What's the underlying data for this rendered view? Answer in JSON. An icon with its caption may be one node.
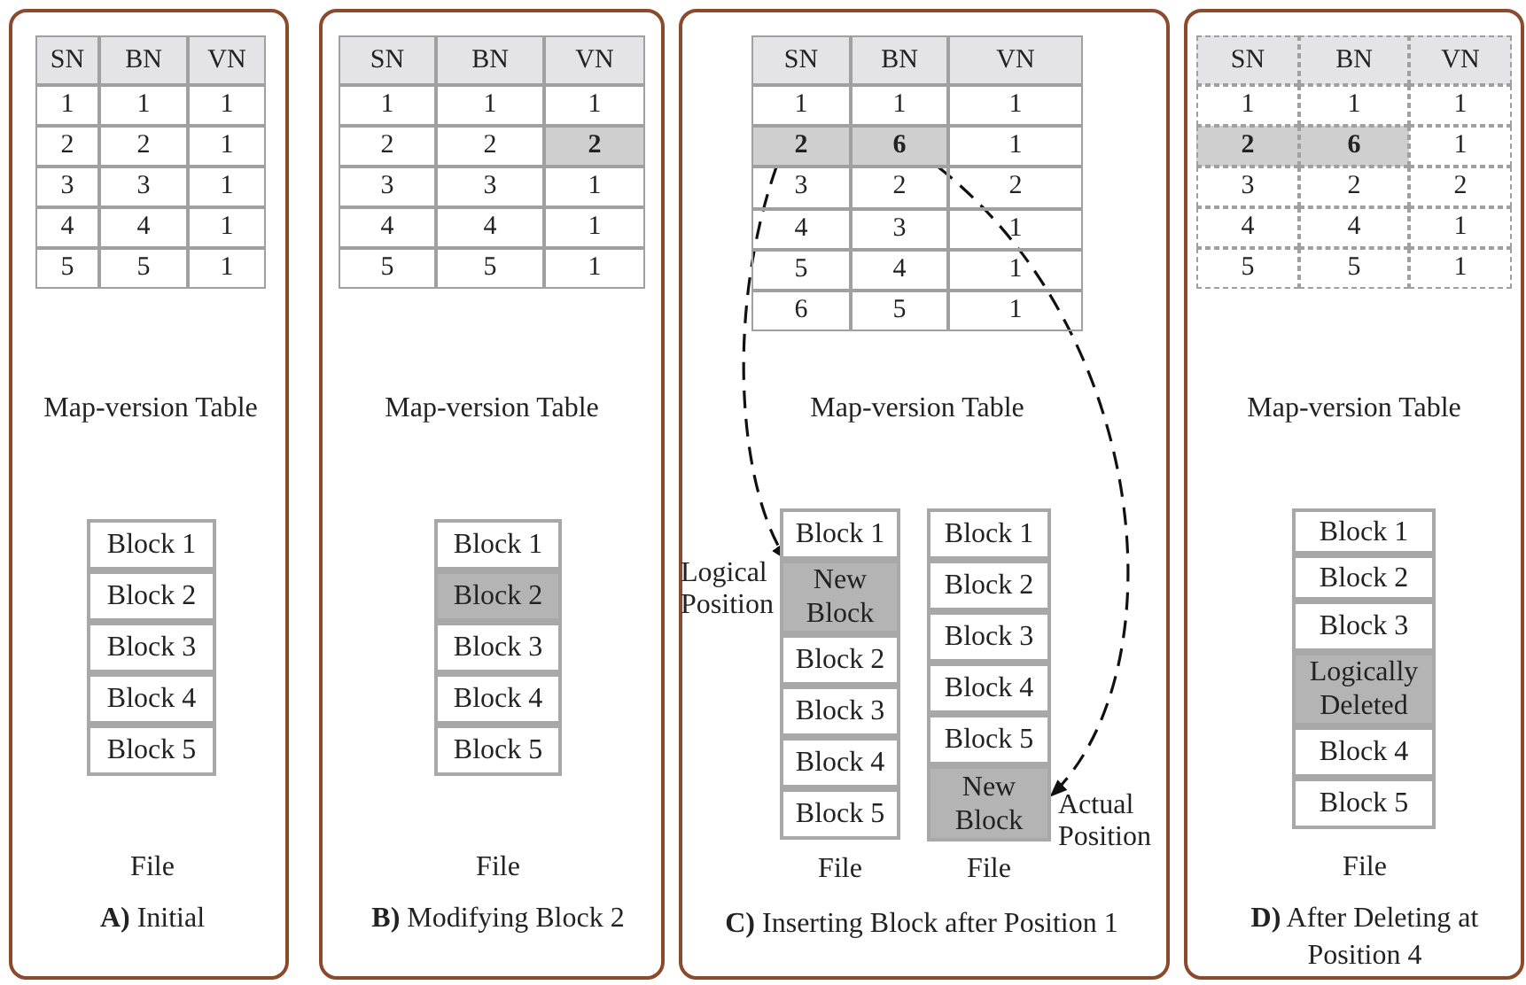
{
  "diagram": {
    "nodes": [
      {
        "text": [
          "**A)** Initial"
        ]
      },
      {
        "text": [
          "Block 1"
        ],
        "in": 0
      },
      {
        "text": [
          "Block 2"
        ],
        "in": 0
      },
      {
        "text": [
          "Block 3"
        ],
        "in": 0
      },
      {
        "text": [
          "Block 4"
        ],
        "in": 0
      },
      {
        "text": [
          "Block 5"
        ],
        "in": 0
      },
      {
        "text": [
          "**B)** Modifying Block 2"
        ]
      },
      {
        "text": [
          "Block 1"
        ],
        "in": 6
      },
      {
        "text": [
          "Block 2"
        ],
        "in": 6
      },
      {
        "text": [
          "Block 3"
        ],
        "in": 6
      },
      {
        "text": [
          "Block 4"
        ],
        "in": 6
      },
      {
        "text": [
          "Block 5"
        ],
        "in": 6
      },
      {
        "text": [
          "**C)** Inserting Block after Position 1"
        ]
      },
      {
        "text": [
          "2"
        ],
        "in": 12
      },
      {
        "text": [
          "6"
        ],
        "in": 12
      },
      {
        "text": [
          "Block 1"
        ],
        "in": 12
      },
      {
        "text": [
          "New Block"
        ],
        "in": 12,
        "beside": [
          "Logical Position"
        ]
      },
      {
        "text": [
          "Block 2"
        ],
        "in": 12
      },
      {
        "text": [
          "Block 3"
        ],
        "in": 12
      },
      {
        "text": [
          "Block 4"
        ],
        "in": 12
      },
      {
        "text": [
          "Block 5"
        ],
        "in": 12
      },
      {
        "text": [
          "Block 1"
        ],
        "in": 12
      },
      {
        "text": [
          "Block 2"
        ],
        "in": 12
      },
      {
        "text": [
          "Block 3"
        ],
        "in": 12
      },
      {
        "text": [
          "Block 4"
        ],
        "in": 12
      },
      {
        "text": [
          "Block 5"
        ],
        "in": 12
      },
      {
        "text": [
          "New Block"
        ],
        "in": 12,
        "beside": [
          "Actual Position"
        ]
      },
      {
        "text": [
          "**D)** After Deleting at Position 4"
        ]
      },
      {
        "text": [
          "Block 1"
        ],
        "in": 27
      },
      {
        "text": [
          "Block 2"
        ],
        "in": 27
      },
      {
        "text": [
          "Block 3"
        ],
        "in": 27
      },
      {
        "text": [
          "Logically Deleted"
        ],
        "in": 27
      },
      {
        "text": [
          "Block 4"
        ],
        "in": 27
      },
      {
        "text": [
          "Block 5"
        ],
        "in": 27
      }
    ],
    "edges": [
      {
        "from": 13,
        "to": 16,
        "arrow": "to",
        "style": "dashed"
      },
      {
        "from": 14,
        "to": 26,
        "arrow": "to",
        "style": "dashed"
      }
    ],
    "labels": [
      "SN",
      "BN",
      "VN",
      "1",
      "1",
      "1",
      "2",
      "2",
      "1",
      "3",
      "3",
      "1",
      "4",
      "4",
      "1",
      "5",
      "5",
      "1",
      "Map-version Table",
      "File",
      "SN",
      "BN",
      "VN",
      "1",
      "1",
      "1",
      "2",
      "2",
      "2",
      "3",
      "3",
      "1",
      "4",
      "4",
      "1",
      "5",
      "5",
      "1",
      "Map-version Table",
      "File",
      "SN",
      "BN",
      "VN",
      "1",
      "1",
      "1",
      "1",
      "3",
      "2",
      "2",
      "4",
      "3",
      "1",
      "5",
      "4",
      "1",
      "6",
      "5",
      "1",
      "Map-version Table",
      "File",
      "File",
      "SN",
      "BN",
      "VN",
      "1",
      "1",
      "1",
      "2",
      "6",
      "1",
      "3",
      "2",
      "2",
      "4",
      "4",
      "1",
      "5",
      "5",
      "1",
      "Map-version Table",
      "File"
    ]
  }
}
